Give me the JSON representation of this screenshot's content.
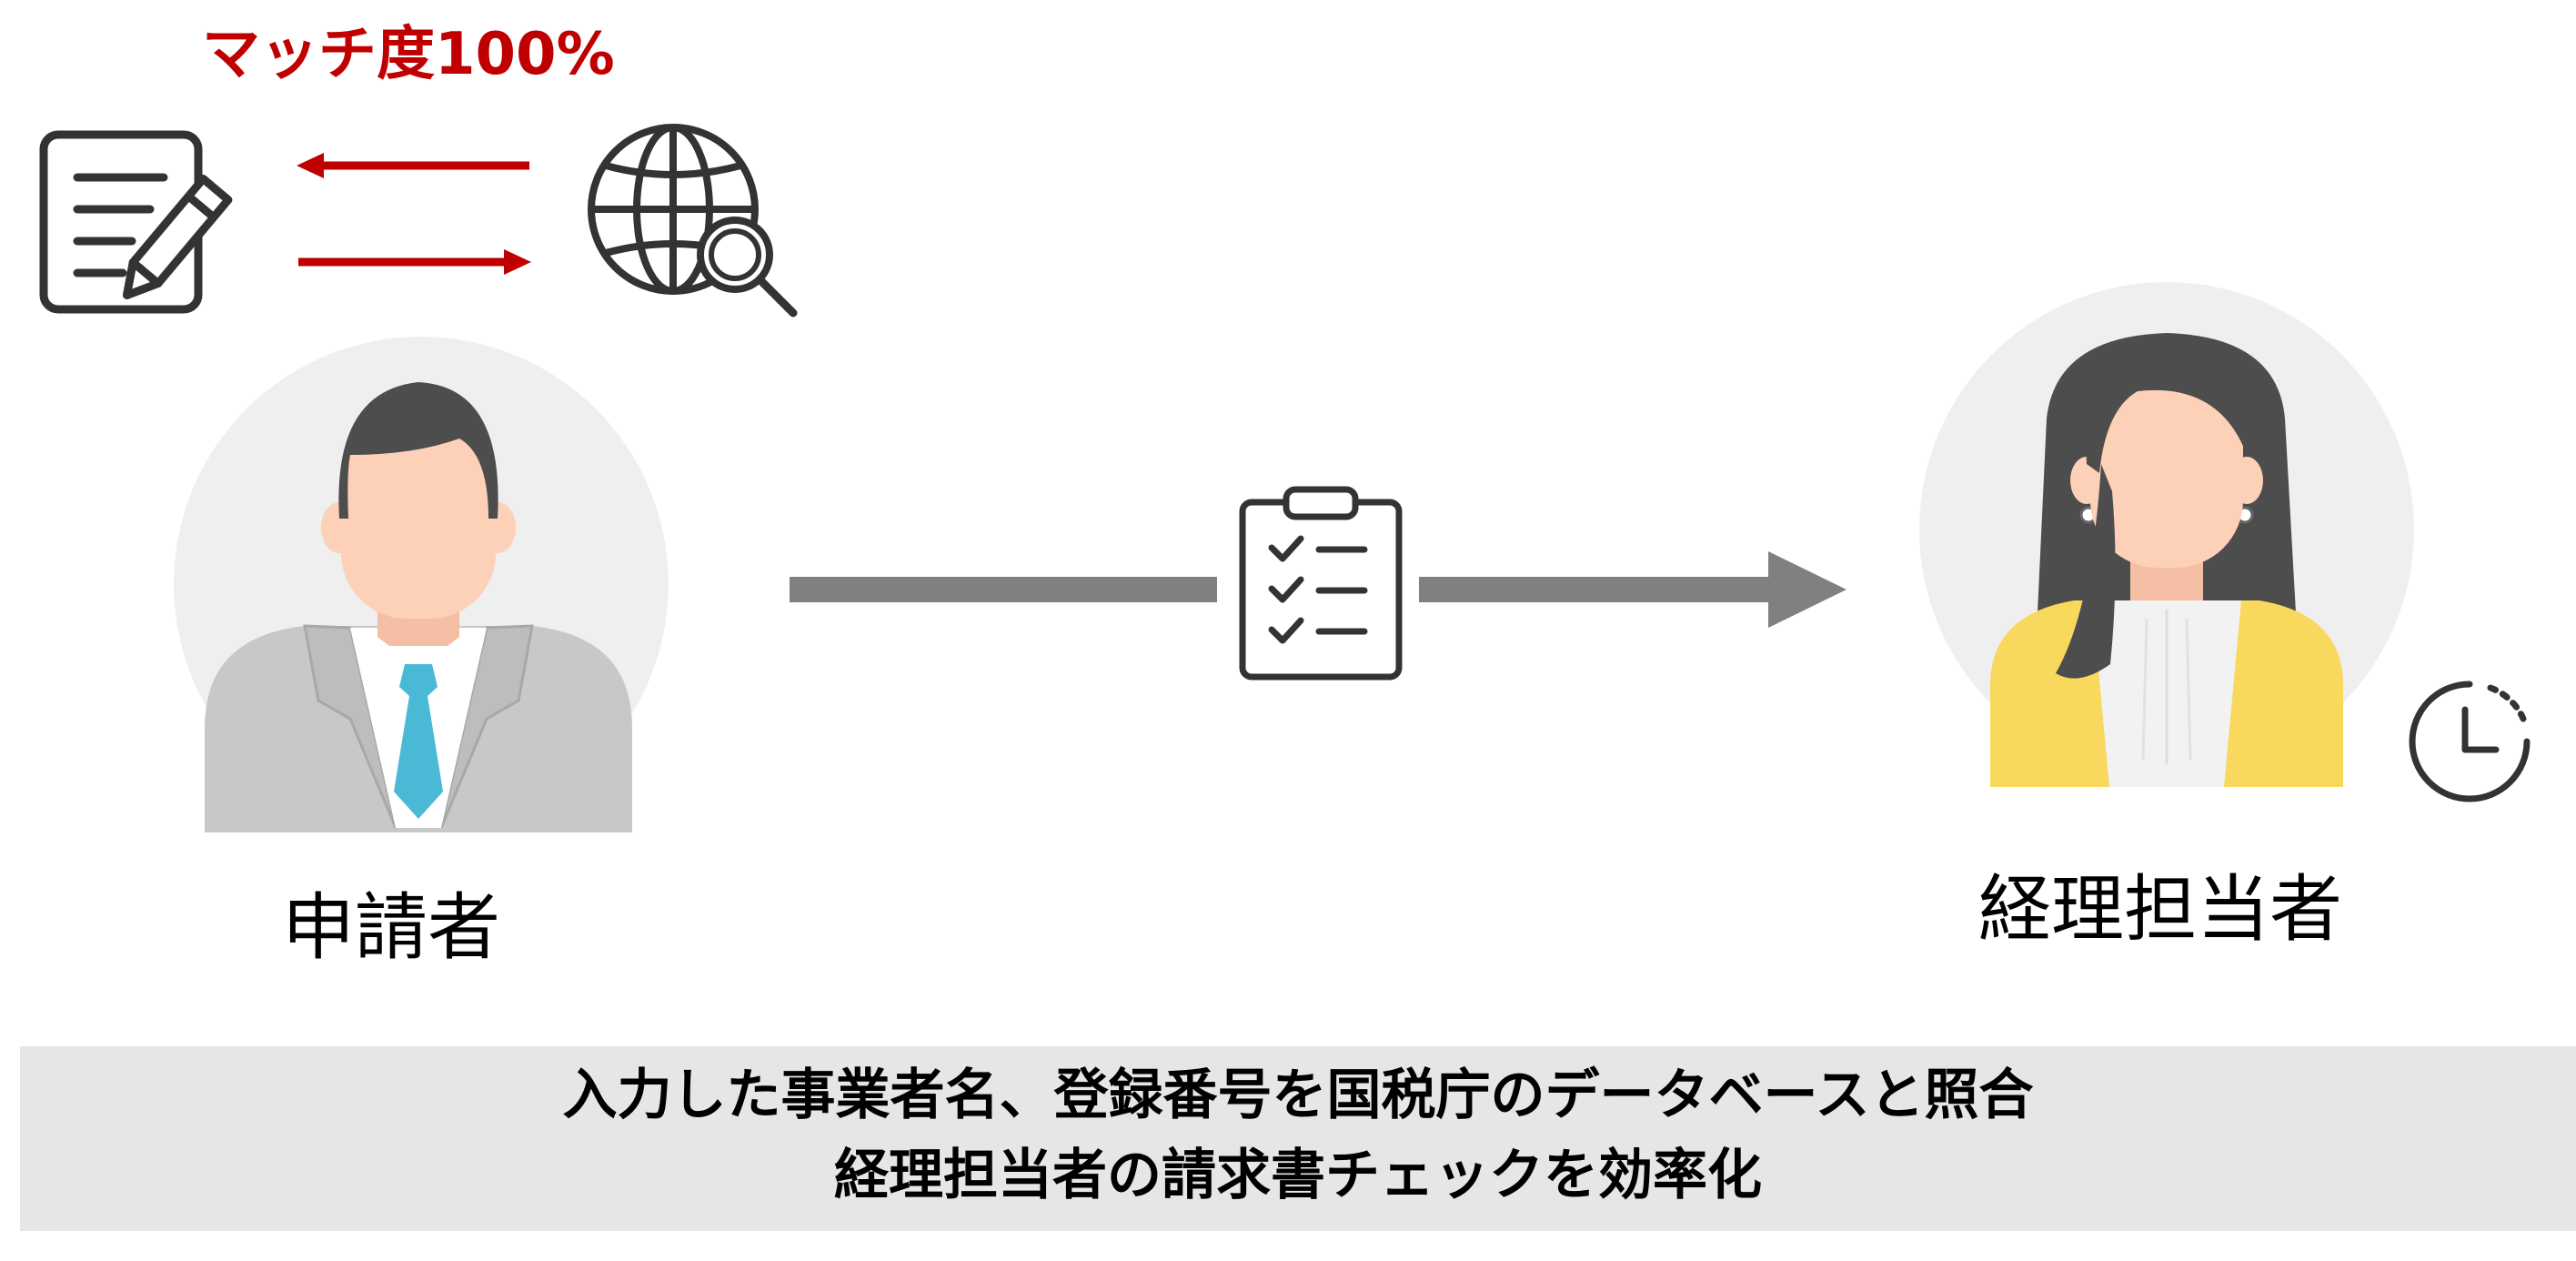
{
  "match_label": "マッチ度100%",
  "applicant": {
    "label": "申請者"
  },
  "accountant": {
    "label": "経理担当者"
  },
  "caption": {
    "line1": "入力した事業者名、登録番号を国税庁のデータベースと照合",
    "line2": "経理担当者の請求書チェックを効率化"
  },
  "colors": {
    "accent_red": "#c00000",
    "flow_arrow_gray": "#808080",
    "banner_gray": "#e6e6e6",
    "avatar_bg": "#efefef",
    "skin": "#fdd0b8",
    "hair": "#4d4d4d",
    "suit": "#c8c8c8",
    "tie": "#4ab9d6",
    "cardigan": "#f9d85e",
    "icon_stroke": "#333333"
  },
  "icons": [
    "document-edit-icon",
    "globe-search-icon",
    "checklist-clipboard-icon",
    "clock-icon"
  ]
}
